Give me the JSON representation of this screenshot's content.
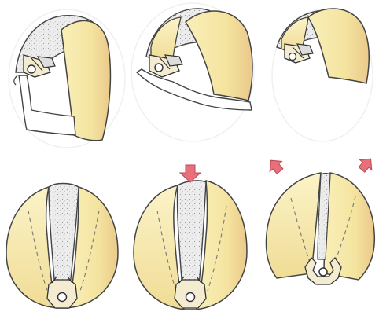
{
  "figure": {
    "panels": [
      {
        "id": "top-left",
        "view": "3d-closed"
      },
      {
        "id": "top-middle",
        "view": "3d-open-lower"
      },
      {
        "id": "top-right",
        "view": "3d-open-raised"
      },
      {
        "id": "bottom-left",
        "view": "cross-section-closed"
      },
      {
        "id": "bottom-middle",
        "view": "cross-section-pressed",
        "arrow": "down"
      },
      {
        "id": "bottom-right",
        "view": "cross-section-separated",
        "arrow": "outward-pair"
      }
    ],
    "colors": {
      "shell_fill": "#f6eaa8",
      "shell_highlight": "#fbf5cf",
      "shell_shade": "#e9c98a",
      "liner_fill": "#ececec",
      "outline": "#444444",
      "dash": "#777777",
      "arrow": "#e8707a",
      "background": "#ffffff"
    }
  }
}
